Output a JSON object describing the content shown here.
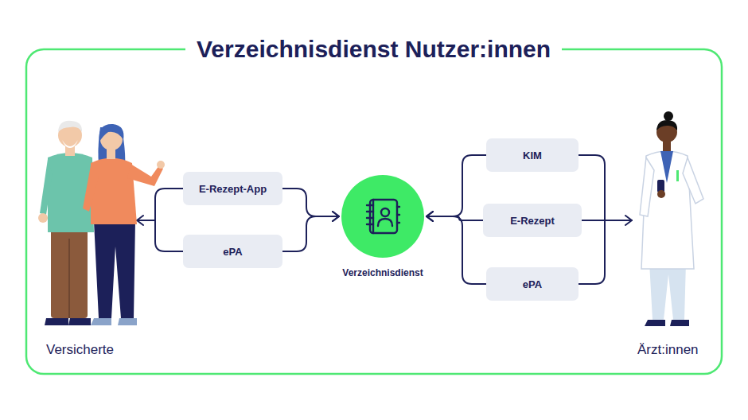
{
  "diagram": {
    "title": "Verzeichnisdienst Nutzer:innen",
    "nodes": [
      {
        "text": [
          "E-Rezept-App"
        ]
      },
      {
        "text": [
          "ePA"
        ]
      },
      {
        "text": [
          "Verzeichnisdienst"
        ]
      },
      {
        "text": [
          "KIM"
        ]
      },
      {
        "text": [
          "E-Rezept"
        ]
      },
      {
        "text": [
          "ePA"
        ]
      }
    ],
    "edges": [
      {
        "from": 0,
        "to": 2,
        "arrow": "to"
      },
      {
        "from": 1,
        "to": 2,
        "arrow": "to"
      },
      {
        "from": 3,
        "to": 2,
        "arrow": "to"
      },
      {
        "from": 4,
        "to": 2,
        "arrow": "to"
      },
      {
        "from": 5,
        "to": 2,
        "arrow": "to"
      }
    ],
    "labels": [
      "Versicherte",
      "Ärzt:innen"
    ]
  }
}
